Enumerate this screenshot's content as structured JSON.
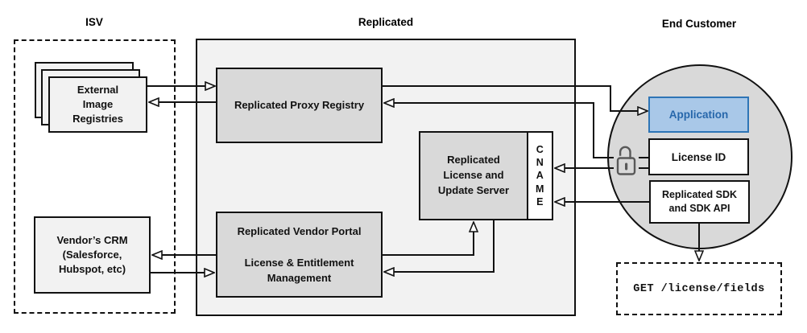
{
  "headers": {
    "isv": "ISV",
    "replicated": "Replicated",
    "end_customer": "End Customer"
  },
  "nodes": {
    "external_image_registries": "External\nImage\nRegistries",
    "vendors_crm": "Vendor’s CRM\n(Salesforce,\nHubspot, etc)",
    "proxy_registry": "Replicated Proxy Registry",
    "license_update_server": "Replicated\nLicense and\nUpdate Server",
    "cname": "C\nN\nA\nM\nE",
    "vendor_portal": "Replicated Vendor Portal\n\nLicense & Entitlement\nManagement",
    "application": "Application",
    "license_id": "License ID",
    "replicated_sdk": "Replicated SDK\nand SDK API",
    "get_license_fields": "GET /license/fields"
  },
  "icons": {
    "lock": "unlocked-padlock-icon"
  },
  "colors": {
    "container_fill": "#f2f2f2",
    "node_fill": "#d9d9d9",
    "circle_fill": "#d9d9d9",
    "accent_fill": "#a9c8e8",
    "accent_border": "#2e75b6",
    "accent_text": "#2767ab",
    "line": "#111111",
    "lock": "#595959"
  },
  "connections": [
    {
      "from": "external-image-registries",
      "to": "proxy-registry"
    },
    {
      "from": "proxy-registry",
      "to": "external-image-registries"
    },
    {
      "from": "proxy-registry",
      "to": "application"
    },
    {
      "from": "license-id",
      "to": "proxy-registry"
    },
    {
      "from": "license-id",
      "to": "cname"
    },
    {
      "from": "replicated-sdk",
      "to": "cname"
    },
    {
      "from": "vendor-portal",
      "to": "license-update-server"
    },
    {
      "from": "license-update-server",
      "to": "vendor-portal"
    },
    {
      "from": "vendor-portal",
      "to": "vendors-crm"
    },
    {
      "from": "vendors-crm",
      "to": "vendor-portal"
    },
    {
      "from": "replicated-sdk",
      "to": "get-license-fields"
    }
  ]
}
